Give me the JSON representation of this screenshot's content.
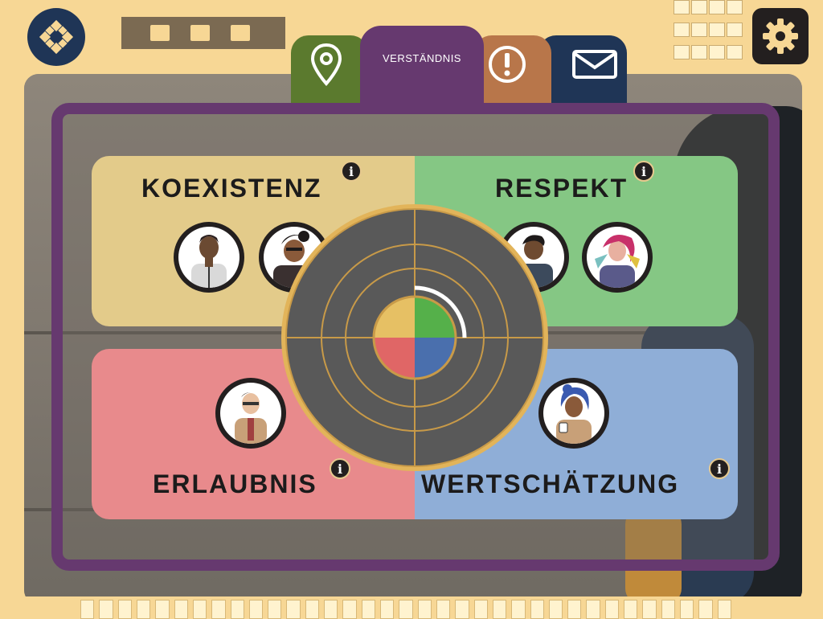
{
  "tabs": {
    "map": {
      "icon": "map-pin-icon"
    },
    "active": {
      "label": "VERSTÄNDNIS"
    },
    "alert": {
      "icon": "exclamation-circle-icon"
    },
    "mail": {
      "icon": "envelope-icon"
    }
  },
  "top_left_button": {
    "icon": "compass-icon"
  },
  "settings_button": {
    "icon": "gear-icon"
  },
  "quadrants": {
    "koexistenz": {
      "title": "KOEXISTENZ",
      "color": "#e3cb8a"
    },
    "respekt": {
      "title": "RESPEKT",
      "color": "#85c784"
    },
    "erlaubnis": {
      "title": "ERLAUBNIS",
      "color": "#e88a8c"
    },
    "wertschaetzung": {
      "title": "WERTSCHÄTZUNG",
      "color": "#8faed7"
    }
  },
  "info_label": "i",
  "wheel": {
    "center_colors": [
      "#e6c064",
      "#55b04a",
      "#e06666",
      "#4a6fad"
    ],
    "progress": 0.25
  },
  "colors": {
    "frame": "#f7d795",
    "panel_border": "#66396f",
    "navy": "#1f3556"
  }
}
